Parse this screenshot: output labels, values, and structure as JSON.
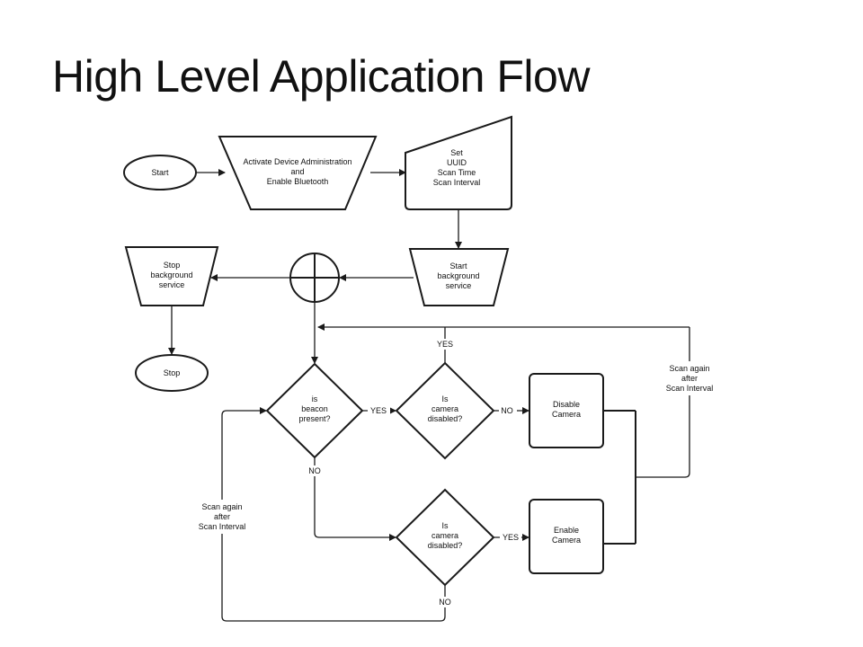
{
  "slide": {
    "title": "High Level Application Flow"
  },
  "diagram": {
    "nodes": {
      "start": "Start",
      "activate": [
        "Activate Device Administration",
        "and",
        "Enable Bluetooth"
      ],
      "set": [
        "Set",
        "UUID",
        "Scan Time",
        "Scan Interval"
      ],
      "start_service": [
        "Start",
        "background",
        "service"
      ],
      "stop_service": [
        "Stop",
        "background",
        "service"
      ],
      "stop": "Stop",
      "beacon": [
        "is",
        "beacon",
        "present?"
      ],
      "cam_top": [
        "Is",
        "camera",
        "disabled?"
      ],
      "cam_bottom": [
        "Is",
        "camera",
        "disabled?"
      ],
      "disable_camera": [
        "Disable",
        "Camera"
      ],
      "enable_camera": [
        "Enable",
        "Camera"
      ]
    },
    "edge_labels": {
      "beacon_yes": "YES",
      "beacon_no": "NO",
      "cam_top_yes": "YES",
      "cam_top_no": "NO",
      "cam_bottom_yes": "YES",
      "cam_bottom_no": "NO",
      "scan_again_right": [
        "Scan again",
        "after",
        "Scan Interval"
      ],
      "scan_again_left": [
        "Scan again",
        "after",
        "Scan Interval"
      ]
    }
  }
}
